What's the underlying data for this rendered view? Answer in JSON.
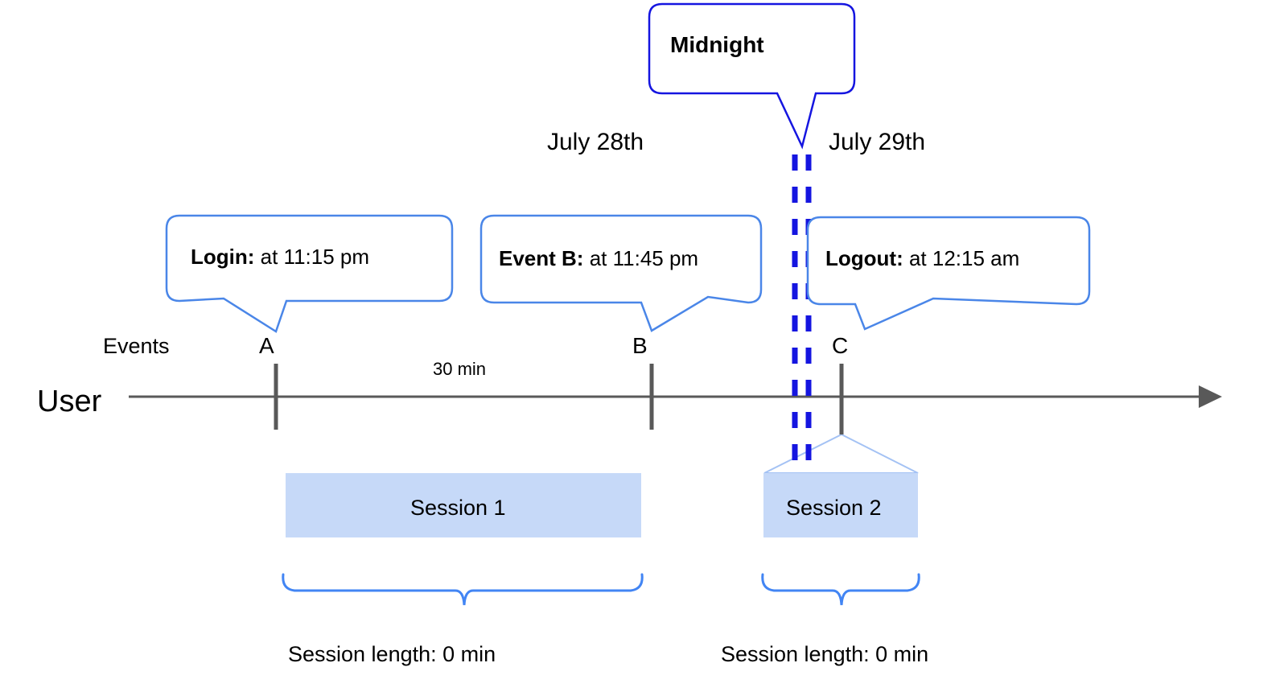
{
  "diagram": {
    "title_hidden": "",
    "axis": {
      "row_label": "User",
      "events_label": "Events",
      "duration_label": "30 min",
      "arrow_icon": "arrow-right-icon"
    },
    "dates": [
      {
        "id": "july28",
        "label": "July 28th"
      },
      {
        "id": "july29",
        "label": "July 29th"
      }
    ],
    "midnight": {
      "label": "Midnight",
      "divider_icon": "dashed-divider-icon"
    },
    "event_markers": [
      {
        "id": "A",
        "label": "A"
      },
      {
        "id": "B",
        "label": "B"
      },
      {
        "id": "C",
        "label": "C"
      }
    ],
    "callouts": [
      {
        "id": "login",
        "bold": "Login:",
        "rest": " at 11:15 pm"
      },
      {
        "id": "eventb",
        "bold": "Event B:",
        "rest": " at 11:45 pm"
      },
      {
        "id": "logout",
        "bold": "Logout:",
        "rest": " at 12:15 am"
      }
    ],
    "sessions": [
      {
        "id": "session1",
        "label": "Session 1",
        "length_label": "Session length: 0 min"
      },
      {
        "id": "session2",
        "label": "Session 2",
        "length_label": "Session length: 0 min"
      }
    ],
    "colors": {
      "callout_border": "#4A86E8",
      "midnight_border": "#1515E0",
      "midnight_dashes": "#1515E0",
      "session_fill": "#C6D9F8",
      "session_roof": "#A4C2F4",
      "brace": "#4285F4",
      "axis": "#595959",
      "tick": "#595959",
      "text": "#000000"
    }
  }
}
